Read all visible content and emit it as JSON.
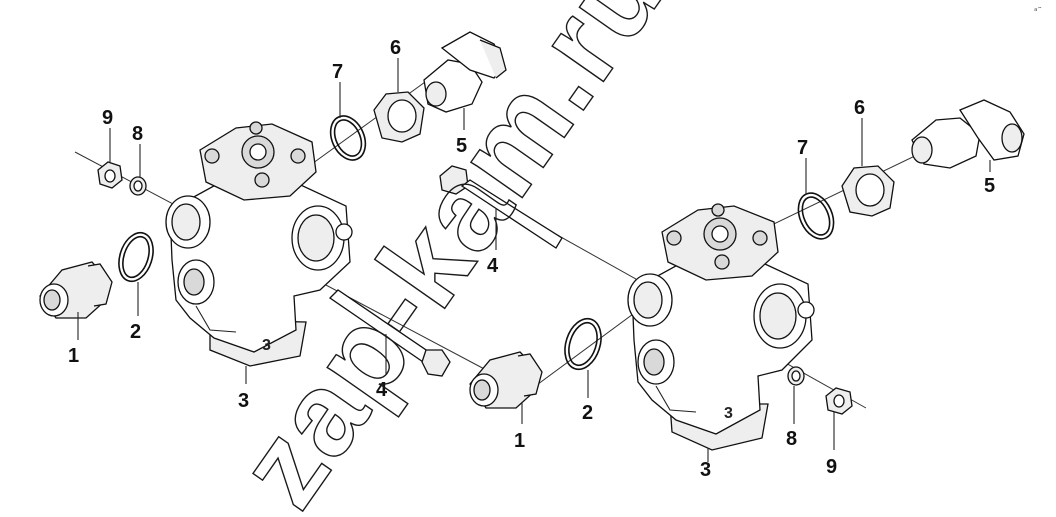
{
  "watermark": "zap-kam.ru",
  "corner_mark": "ᵃ˜",
  "left_assembly": {
    "labels": {
      "p1": "1",
      "p2": "2",
      "p3": "3",
      "p3_body": "3",
      "p4": "4",
      "p5": "5",
      "p6": "6",
      "p7": "7",
      "p8": "8",
      "p9": "9"
    }
  },
  "right_assembly": {
    "labels": {
      "p1": "1",
      "p2": "2",
      "p3": "3",
      "p3_body": "3",
      "p4": "4",
      "p5": "5",
      "p6": "6",
      "p7": "7",
      "p8": "8",
      "p9": "9"
    }
  }
}
